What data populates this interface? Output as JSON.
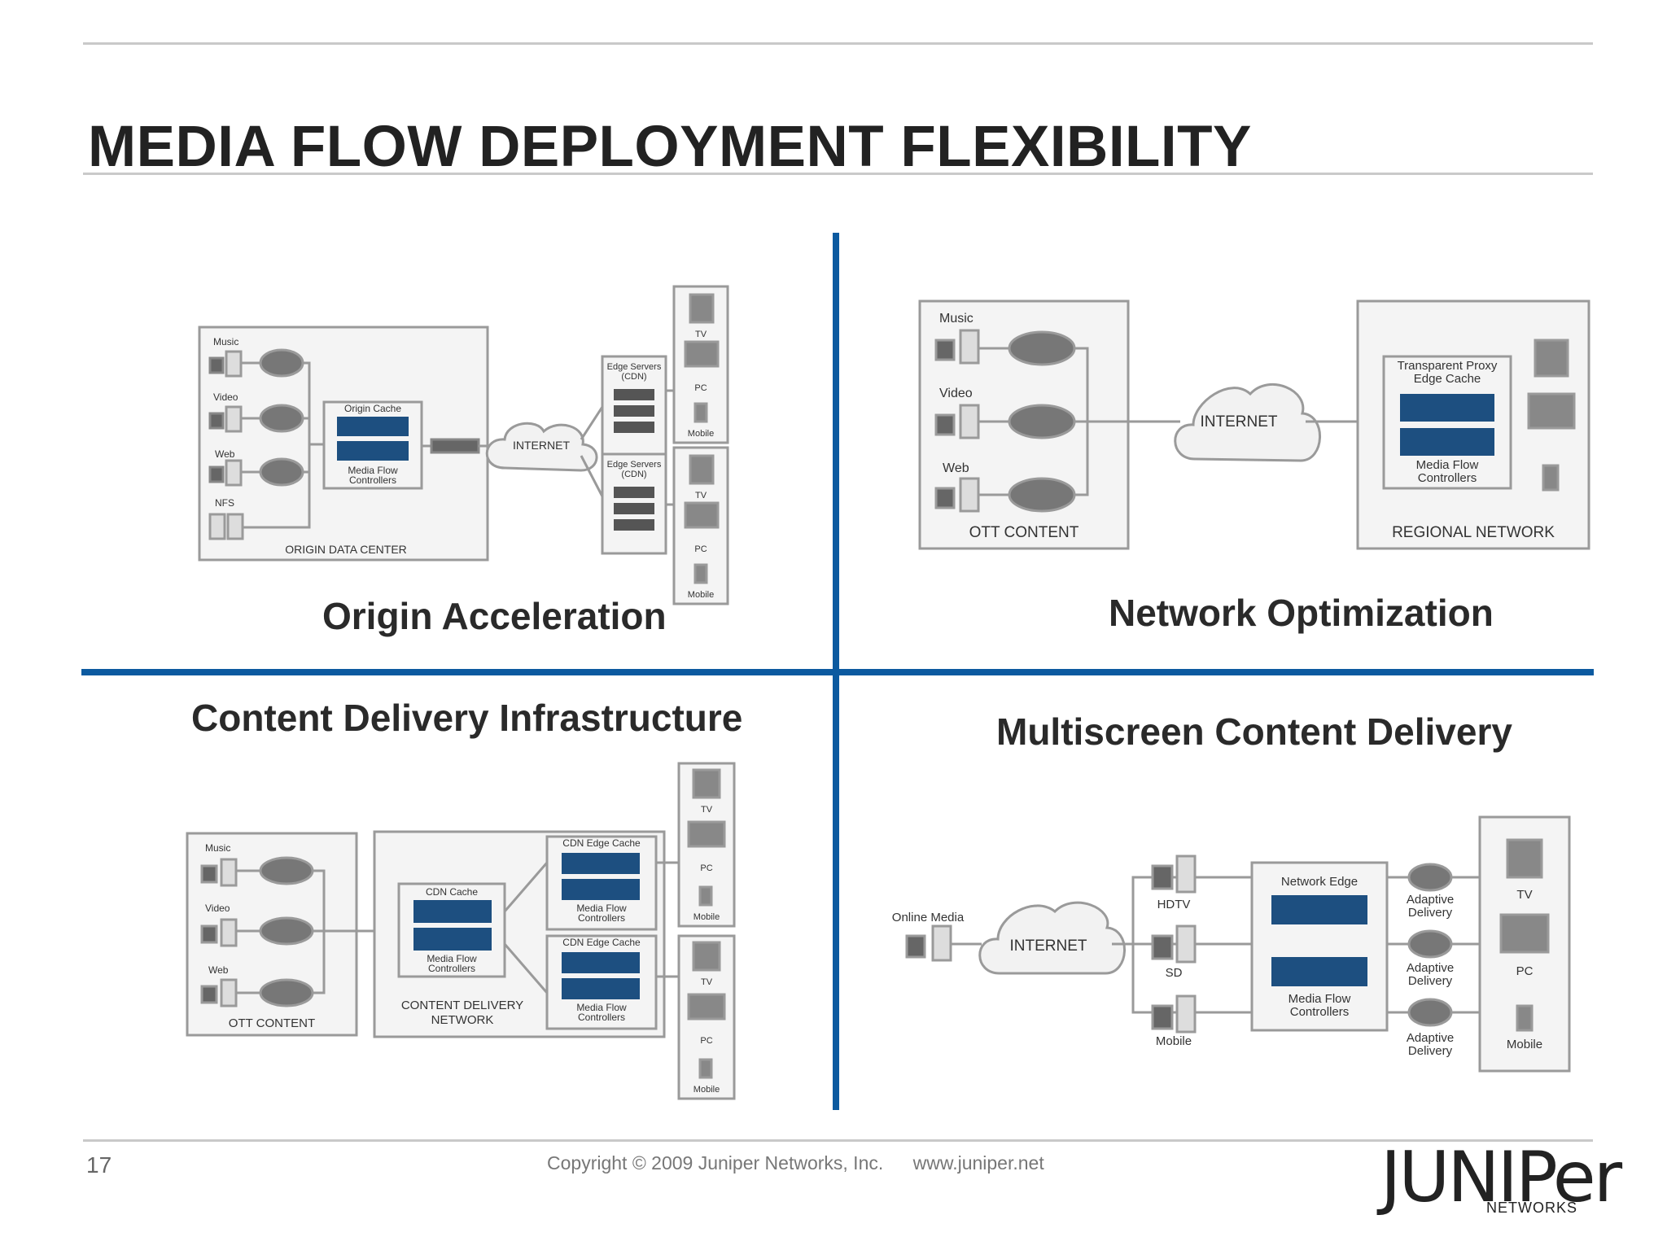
{
  "title": "MEDIA FLOW DEPLOYMENT FLEXIBILITY",
  "quadrants": {
    "origin": "Origin Acceleration",
    "network": "Network Optimization",
    "cdi": "Content Delivery Infrastructure",
    "multi": "Multiscreen Content Delivery"
  },
  "d1": {
    "music": "Music",
    "video": "Video",
    "web": "Web",
    "nfs": "NFS",
    "origin_cache": "Origin Cache",
    "mfc1": "Media Flow",
    "mfc2": "Controllers",
    "datacenter": "ORIGIN DATA CENTER",
    "internet": "INTERNET",
    "edge1": "Edge Servers",
    "edge2": "(CDN)",
    "tv": "TV",
    "pc": "PC",
    "mobile": "Mobile"
  },
  "d2": {
    "music": "Music",
    "video": "Video",
    "web": "Web",
    "ott": "OTT CONTENT",
    "internet": "INTERNET",
    "proxy1": "Transparent Proxy",
    "proxy2": "Edge Cache",
    "mfc1": "Media Flow",
    "mfc2": "Controllers",
    "regional": "REGIONAL NETWORK"
  },
  "d3": {
    "music": "Music",
    "video": "Video",
    "web": "Web",
    "ott": "OTT CONTENT",
    "cdn_cache": "CDN Cache",
    "mfc1": "Media Flow",
    "mfc2": "Controllers",
    "cdn1": "CONTENT DELIVERY",
    "cdn2": "NETWORK",
    "edge_cache": "CDN Edge Cache",
    "tv": "TV",
    "pc": "PC",
    "mobile": "Mobile"
  },
  "d4": {
    "online": "Online Media",
    "internet": "INTERNET",
    "hdtv": "HDTV",
    "sd": "SD",
    "mobile": "Mobile",
    "edge": "Network Edge",
    "mfc1": "Media Flow",
    "mfc2": "Controllers",
    "ad1": "Adaptive",
    "ad2": "Delivery",
    "tv": "TV",
    "pc": "PC"
  },
  "footer": {
    "page": "17",
    "copyright": "Copyright © 2009 Juniper Networks, Inc.",
    "url": "www.juniper.net"
  },
  "logo": {
    "main": "JUNIPer",
    "sub": "NETWORKS"
  },
  "colors": {
    "accent": "#0c5aa0",
    "server": "#1d4f80"
  }
}
